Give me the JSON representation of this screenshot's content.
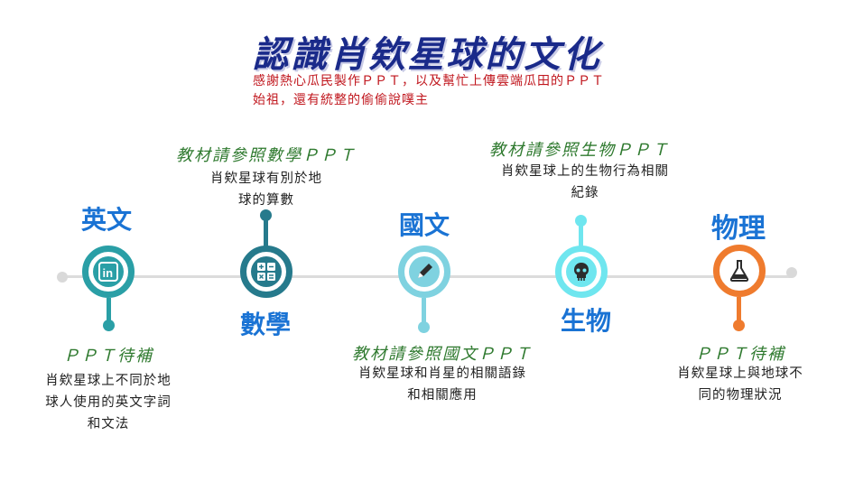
{
  "title": "認識肖欸星球的文化",
  "subtitle": "感謝熱心瓜民製作ＰＰＴ，以及幫忙上傳雲端瓜田的ＰＰＴ始祖，還有統整的偷偷說噗主",
  "nodes": [
    {
      "label": "英文",
      "note_head": "ＰＰＴ待補",
      "note_body": "肖欸星球上不同於地球人使用的英文字詞和文法",
      "color": "#2a9fa6",
      "icon": "linkedin-icon"
    },
    {
      "label": "數學",
      "note_head": "教材請參照數學ＰＰＴ",
      "note_body": "肖欸星球有別於地球的算數",
      "color": "#267a8c",
      "icon": "calculator-icon"
    },
    {
      "label": "國文",
      "note_head": "教材請參照國文ＰＰＴ",
      "note_body": "肖欸星球和肖星的相關語錄和相關應用",
      "color": "#7fd2e0",
      "icon": "pencil-icon"
    },
    {
      "label": "生物",
      "note_head": "教材請參照生物ＰＰＴ",
      "note_body": "肖欸星球上的生物行為相關紀錄",
      "color": "#6fe6ef",
      "icon": "skull-icon"
    },
    {
      "label": "物理",
      "note_head": "ＰＰＴ待補",
      "note_body": "肖欸星球上與地球不同的物理狀況",
      "color": "#ef7b2e",
      "icon": "flask-icon"
    }
  ]
}
